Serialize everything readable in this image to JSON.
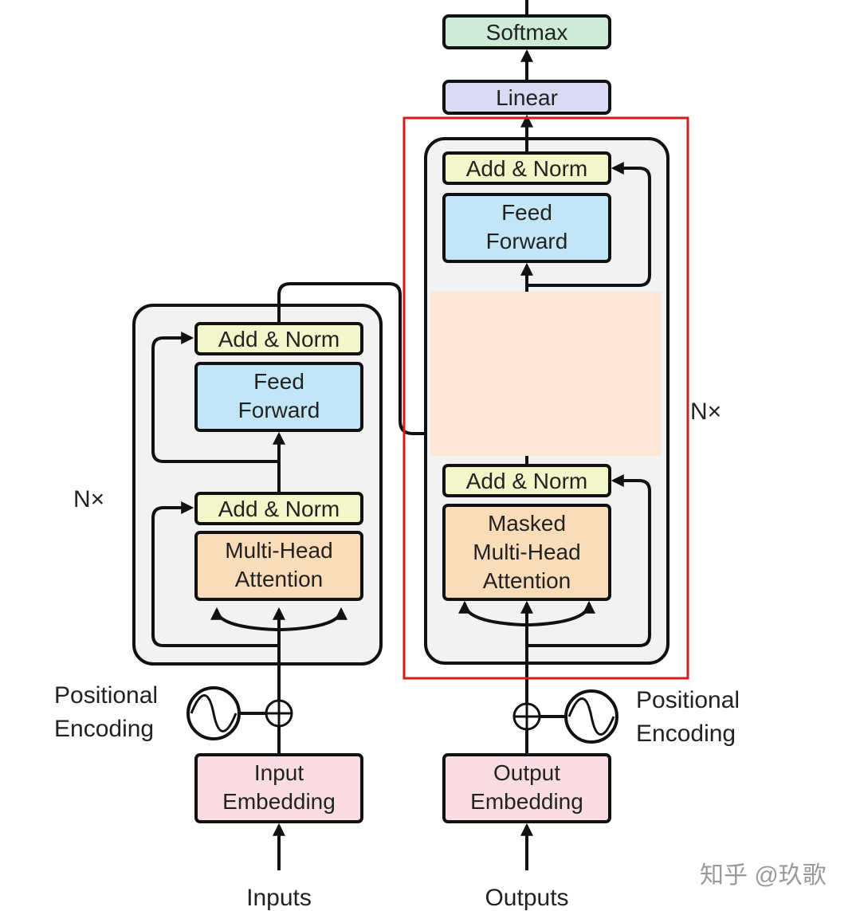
{
  "encoder": {
    "add_norm_top": "Add & Norm",
    "feed_forward_line1": "Feed",
    "feed_forward_line2": "Forward",
    "add_norm_bottom": "Add & Norm",
    "attention_line1": "Multi-Head",
    "attention_line2": "Attention",
    "repeat_label": "N×",
    "positional_line1": "Positional",
    "positional_line2": "Encoding",
    "embedding_line1": "Input",
    "embedding_line2": "Embedding",
    "input_label": "Inputs"
  },
  "decoder": {
    "softmax": "Softmax",
    "linear": "Linear",
    "add_norm_top": "Add & Norm",
    "feed_forward_line1": "Feed",
    "feed_forward_line2": "Forward",
    "add_norm_bottom": "Add & Norm",
    "masked_line1": "Masked",
    "masked_line2": "Multi-Head",
    "masked_line3": "Attention",
    "repeat_label": "N×",
    "positional_line1": "Positional",
    "positional_line2": "Encoding",
    "embedding_line1": "Output",
    "embedding_line2": "Embedding",
    "output_label": "Outputs"
  },
  "watermark": "知乎 @玖歌",
  "colors": {
    "add_norm": "#f3f6c8",
    "feed_forward": "#c3e6f6",
    "attention": "#fbdcb8",
    "embedding": "#fadde3",
    "softmax": "#cdebd6",
    "linear": "#d9dbf2",
    "block_bg": "#f2f2f2",
    "masked_region": "#fbe6d8",
    "highlight": "#d91a1a"
  }
}
